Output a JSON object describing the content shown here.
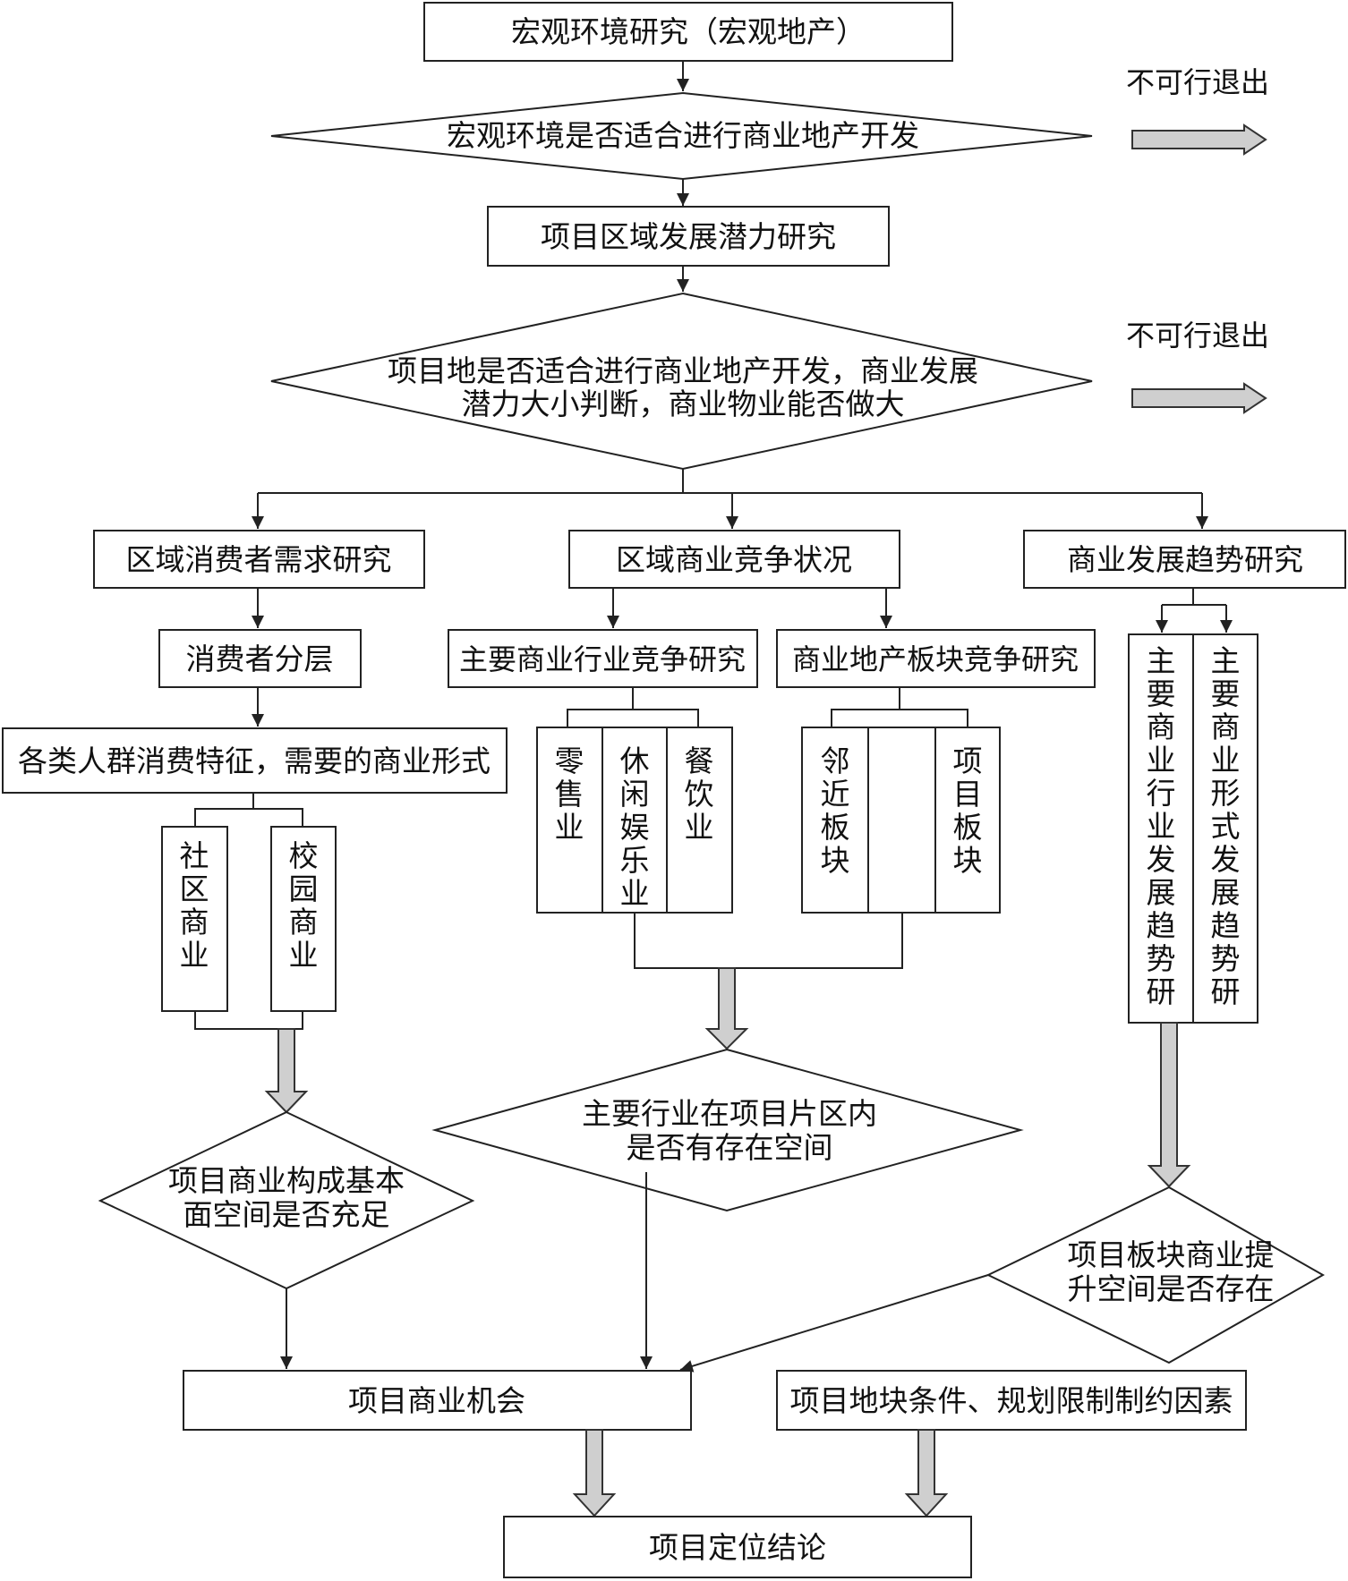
{
  "nodes": {
    "macro_study": "宏观环境研究（宏观地产）",
    "macro_decision": "宏观环境是否适合进行商业地产开发",
    "region_potential": "项目区域发展潜力研究",
    "site_decision": [
      "项目地是否适合进行商业地产开发，商业发展",
      "潜力大小判断，商业物业能否做大"
    ],
    "exit_label": "不可行退出",
    "consumer_demand": "区域消费者需求研究",
    "commercial_competition": "区域商业竞争状况",
    "trend_study": "商业发展趋势研究",
    "consumer_layers": "消费者分层",
    "crowd_features": "各类人群消费特征，需要的商业形式",
    "community_biz": "社区商业",
    "campus_biz": "校园商业",
    "main_industry_competition": "主要商业行业竞争研究",
    "plate_competition": "商业地产板块竞争研究",
    "retail": "零售业",
    "leisure": "休闲娱乐业",
    "catering": "餐饮业",
    "nearby_plate": "邻近板块",
    "project_plate": "项目板块",
    "industry_trend": "主要商业行业发展趋势研究",
    "form_trend": "主要商业形式发展趋势研究",
    "basic_space_decision": [
      "项目商业构成基本",
      "面空间是否充足"
    ],
    "industry_space_decision": [
      "主要行业在项目片区内",
      "是否有存在空间"
    ],
    "plate_upgrade_decision": [
      "项目板块商业提",
      "升空间是否存在"
    ],
    "opportunity": "项目商业机会",
    "constraints": "项目地块条件、规划限制制约因素",
    "conclusion": "项目定位结论"
  },
  "colors": {
    "stroke": "#222222",
    "fat_arrow_fill": "#cfcfcf",
    "text": "#111111"
  }
}
